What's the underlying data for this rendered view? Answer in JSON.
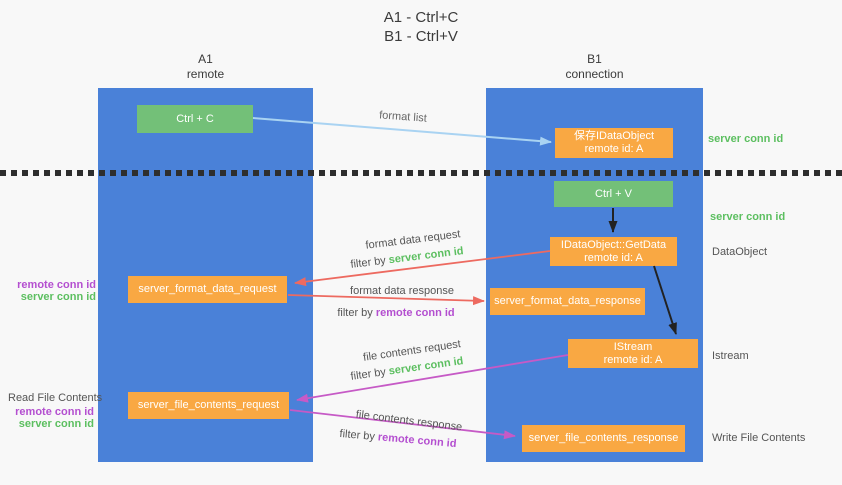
{
  "title": {
    "line1": "A1 - Ctrl+C",
    "line2": "B1 - Ctrl+V"
  },
  "lanes": [
    {
      "name": "A1",
      "subtitle": "remote"
    },
    {
      "name": "B1",
      "subtitle": "connection"
    }
  ],
  "boxes": {
    "ctrl_c": {
      "label": "Ctrl + C"
    },
    "save_dataobject": {
      "line1": "保存IDataObject",
      "line2": "remote id: A"
    },
    "ctrl_v": {
      "label": "Ctrl + V"
    },
    "getdata": {
      "line1": "IDataObject::GetData",
      "line2": "remote id: A"
    },
    "format_request": {
      "label": "server_format_data_request"
    },
    "format_response": {
      "label": "server_format_data_response"
    },
    "istream": {
      "line1": "IStream",
      "line2": "remote id: A"
    },
    "file_request": {
      "label": "server_file_contents_request"
    },
    "file_response": {
      "label": "server_file_contents_response"
    }
  },
  "flow_labels": {
    "format_list": "format list",
    "format_request": "format data request",
    "format_request_filter": {
      "prefix": "filter by",
      "key": "server conn id"
    },
    "format_response": "format data response",
    "format_response_filter": {
      "prefix": "filter by",
      "key": "remote conn id"
    },
    "file_request": "file contents request",
    "file_request_filter": {
      "prefix": "filter by",
      "key": "server conn id"
    },
    "file_response": "file contents response",
    "file_response_filter": {
      "prefix": "filter by",
      "key": "remote conn id"
    }
  },
  "side_labels": {
    "server_conn_top": "server conn id",
    "server_conn_mid": "server conn id",
    "dataobject": "DataObject",
    "istream": "Istream",
    "write_file_contents": "Write File Contents",
    "read_file_contents": "Read File Contents",
    "format_remote_conn": "remote conn id",
    "format_server_conn": "server conn id",
    "file_remote_conn": "remote conn id",
    "file_server_conn": "server conn id"
  },
  "colors": {
    "lane_blue": "#4a81d8",
    "box_green": "#73c078",
    "box_orange": "#f9a843",
    "arrow_light_blue": "#a9d3f2",
    "arrow_black": "#222222",
    "arrow_red": "#ed6a60",
    "arrow_magenta": "#c65ac6",
    "label_green": "#5cbf60",
    "label_purple": "#b44fd0",
    "divider_black": "#2e2e2e"
  }
}
